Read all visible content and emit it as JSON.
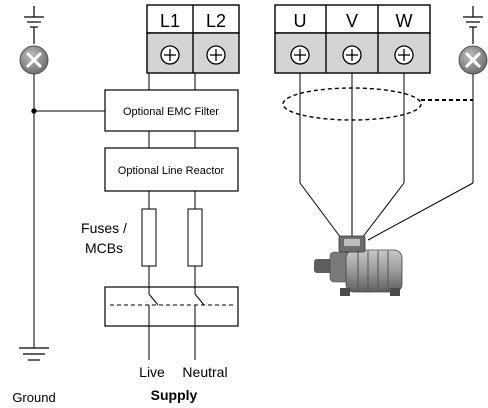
{
  "input_terminals": [
    "L1",
    "L2"
  ],
  "output_terminals": [
    "U",
    "V",
    "W"
  ],
  "blocks": {
    "emc_filter": "Optional EMC Filter",
    "line_reactor": "Optional Line Reactor"
  },
  "labels": {
    "fuses_line1": "Fuses /",
    "fuses_line2": "MCBs",
    "live": "Live",
    "neutral": "Neutral",
    "supply": "Supply",
    "ground": "Ground"
  },
  "colors": {
    "terminal_fill": "#d4d4d4",
    "ground_lamp": "#8a8a8a",
    "motor_body": "#8c8c8c"
  },
  "icons": [
    "earth-ground-icon",
    "crossed-circle-lamp-icon",
    "screw-terminal-icon",
    "motor-icon"
  ]
}
